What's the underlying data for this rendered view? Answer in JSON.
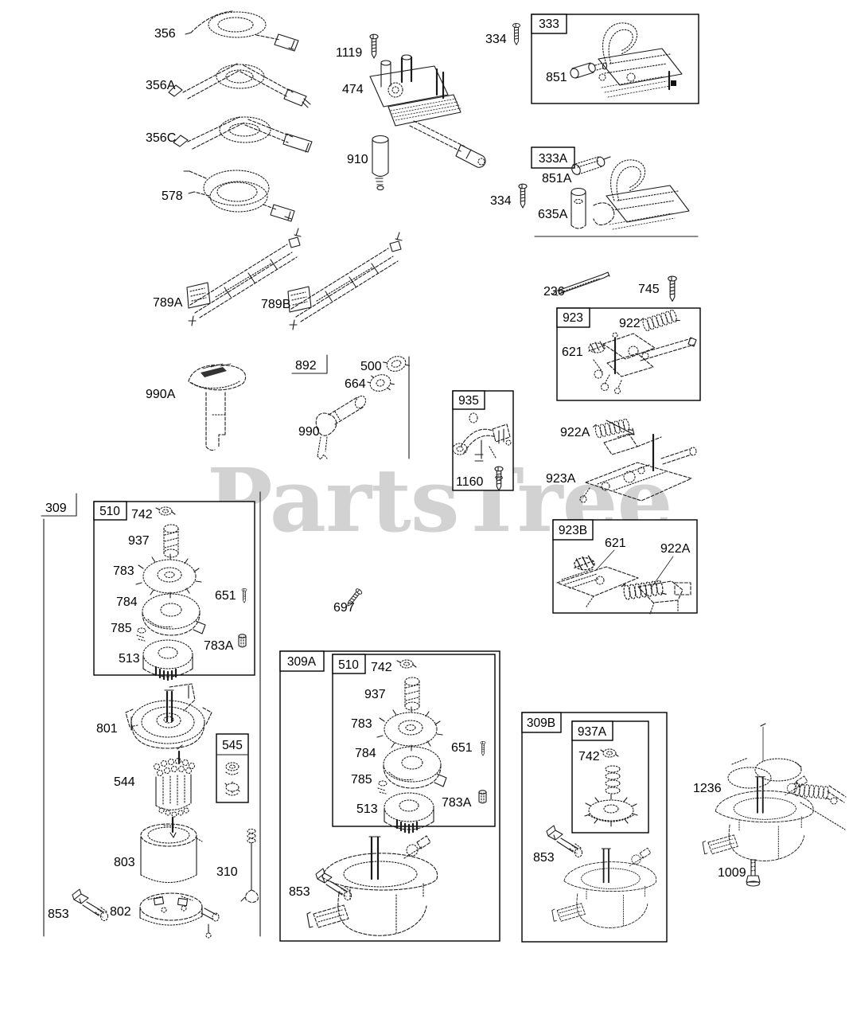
{
  "watermark": {
    "text": "PartsTree",
    "color": "#d2d2d2"
  },
  "diagram": {
    "ink": "#1a1a1a",
    "background": "#ffffff",
    "labels": {
      "356": "356",
      "356A": "356A",
      "356C": "356C",
      "578": "578",
      "1119": "1119",
      "474": "474",
      "910": "910",
      "334": "334",
      "333": "333",
      "851": "851",
      "333A": "333A",
      "851A": "851A",
      "635A": "635A",
      "236": "236",
      "745": "745",
      "923": "923",
      "922": "922",
      "621": "621",
      "789A": "789A",
      "789B": "789B",
      "990A": "990A",
      "892": "892",
      "500": "500",
      "664": "664",
      "990": "990",
      "935": "935",
      "1160": "1160",
      "922A": "922A",
      "923A": "923A",
      "309": "309",
      "510": "510",
      "742": "742",
      "937": "937",
      "783": "783",
      "784": "784",
      "785": "785",
      "513": "513",
      "651": "651",
      "783A": "783A",
      "923B": "923B",
      "697": "697",
      "309A": "309A",
      "801": "801",
      "544": "544",
      "545": "545",
      "803": "803",
      "310": "310",
      "853": "853",
      "802": "802",
      "309B": "309B",
      "937A": "937A",
      "1236": "1236",
      "1009": "1009"
    }
  }
}
